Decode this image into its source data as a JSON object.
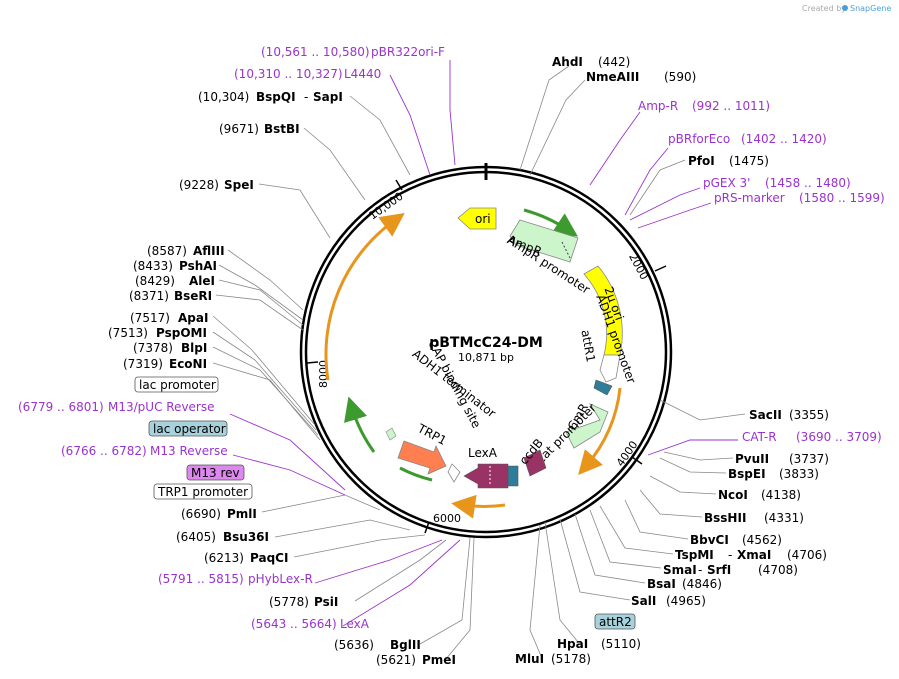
{
  "plasmid": {
    "name": "pBTMcC24-DM",
    "length": "10,871 bp"
  },
  "credit": {
    "prefix": "Created by",
    "brand": "SnapGene"
  },
  "ticks": {
    "t2000": "2000",
    "t4000": "4000",
    "t6000": "6000",
    "t8000": "8000",
    "t10000": "10,000"
  },
  "sites": {
    "ahdi": {
      "name": "AhdI",
      "pos": "(442)"
    },
    "nmeaiii": {
      "name": "NmeAIII",
      "pos": "(590)"
    },
    "pfoi": {
      "name": "PfoI",
      "pos": "(1475)"
    },
    "sacii": {
      "name": "SacII",
      "pos": "(3355)"
    },
    "pvuii": {
      "name": "PvuII",
      "pos": "(3737)"
    },
    "bspei": {
      "name": "BspEI",
      "pos": "(3833)"
    },
    "ncoi": {
      "name": "NcoI",
      "pos": "(4138)"
    },
    "bsshii": {
      "name": "BssHII",
      "pos": "(4331)"
    },
    "bbvci": {
      "name": "BbvCI",
      "pos": "(4562)"
    },
    "tspmi": {
      "name": "TspMI",
      "name2": "XmaI",
      "pos": "(4706)"
    },
    "smai": {
      "name": "SmaI",
      "name2": "SrfI",
      "pos": "(4708)"
    },
    "bsai": {
      "name": "BsaI",
      "pos": "(4846)"
    },
    "sali": {
      "name": "SalI",
      "pos": "(4965)"
    },
    "hpai": {
      "name": "HpaI",
      "pos": "(5110)"
    },
    "mlui": {
      "name": "MluI",
      "pos": "(5178)"
    },
    "bglii": {
      "name": "BglII",
      "pos": "(5636)"
    },
    "pmei": {
      "name": "PmeI",
      "pos": "(5621)"
    },
    "psii": {
      "name": "PsiI",
      "pos": "(5778)"
    },
    "paqci": {
      "name": "PaqCI",
      "pos": "(6213)"
    },
    "bsu36i": {
      "name": "Bsu36I",
      "pos": "(6405)"
    },
    "pmli": {
      "name": "PmlI",
      "pos": "(6690)"
    },
    "econi": {
      "name": "EcoNI",
      "pos": "(7319)"
    },
    "blpi": {
      "name": "BlpI",
      "pos": "(7378)"
    },
    "pspomi": {
      "name": "PspOMI",
      "pos": "(7513)"
    },
    "apai": {
      "name": "ApaI",
      "pos": "(7517)"
    },
    "bseri": {
      "name": "BseRI",
      "pos": "(8371)"
    },
    "alei": {
      "name": "AleI",
      "pos": "(8429)"
    },
    "pshai": {
      "name": "PshAI",
      "pos": "(8433)"
    },
    "afliii": {
      "name": "AflIII",
      "pos": "(8587)"
    },
    "spei": {
      "name": "SpeI",
      "pos": "(9228)"
    },
    "bstbi": {
      "name": "BstBI",
      "pos": "(9671)"
    },
    "bspqi": {
      "name": "BspQI",
      "name2": "SapI",
      "pos": "(10,304)"
    }
  },
  "primers": {
    "pbr322": {
      "name": "pBR322ori-F",
      "range": "(10,561 .. 10,580)"
    },
    "l4440": {
      "name": "L4440",
      "range": "(10,310 .. 10,327)"
    },
    "ampr": {
      "name": "Amp-R",
      "range": "(992 .. 1011)"
    },
    "pbrforeco": {
      "name": "pBRforEco",
      "range": "(1402 .. 1420)"
    },
    "pgex3": {
      "name": "pGEX 3'",
      "range": "(1458 .. 1480)"
    },
    "prs": {
      "name": "pRS-marker",
      "range": "(1580 .. 1599)"
    },
    "catr": {
      "name": "CAT-R",
      "range": "(3690 .. 3709)"
    },
    "m13puc": {
      "name": "M13/pUC Reverse",
      "range": "(6779 .. 6801)"
    },
    "m13rev": {
      "name": "M13 Reverse",
      "range": "(6766 .. 6782)"
    },
    "phyblex": {
      "name": "pHybLex-R",
      "range": "(5791 .. 5815)"
    },
    "lexa": {
      "name": "LexA",
      "range": "(5643 .. 5664)"
    }
  },
  "boxes": {
    "lac_promoter": "lac promoter",
    "lac_operator": "lac operator",
    "m13_rev": "M13 rev",
    "trp1_promoter": "TRP1 promoter",
    "attr2": "attR2"
  },
  "features": {
    "ori": "ori",
    "ampr": "AmpR",
    "ampr_promoter": "AmpR promoter",
    "two_micron": "2μ ori",
    "adh1_promoter": "ADH1 promoter",
    "attr1": "attR1",
    "cmr": "CmR",
    "cat_promoter": "cat promoter",
    "ccdb": "ccdB",
    "lexa": "LexA",
    "trp1": "TRP1",
    "adh1_terminator": "ADH1 terminator",
    "cap_site": "CAP binding site"
  },
  "colors": {
    "primer": "#9a33cc",
    "ori": "#ffff00",
    "ampr": "#ccf5cc",
    "lexa": "#993366",
    "trp1": "#ff7f50",
    "attr": "#2e7d9a",
    "orf_arc": "#f5a623",
    "lac_operator": "#a7d2dc",
    "m13_rev": "#dd88ee"
  }
}
